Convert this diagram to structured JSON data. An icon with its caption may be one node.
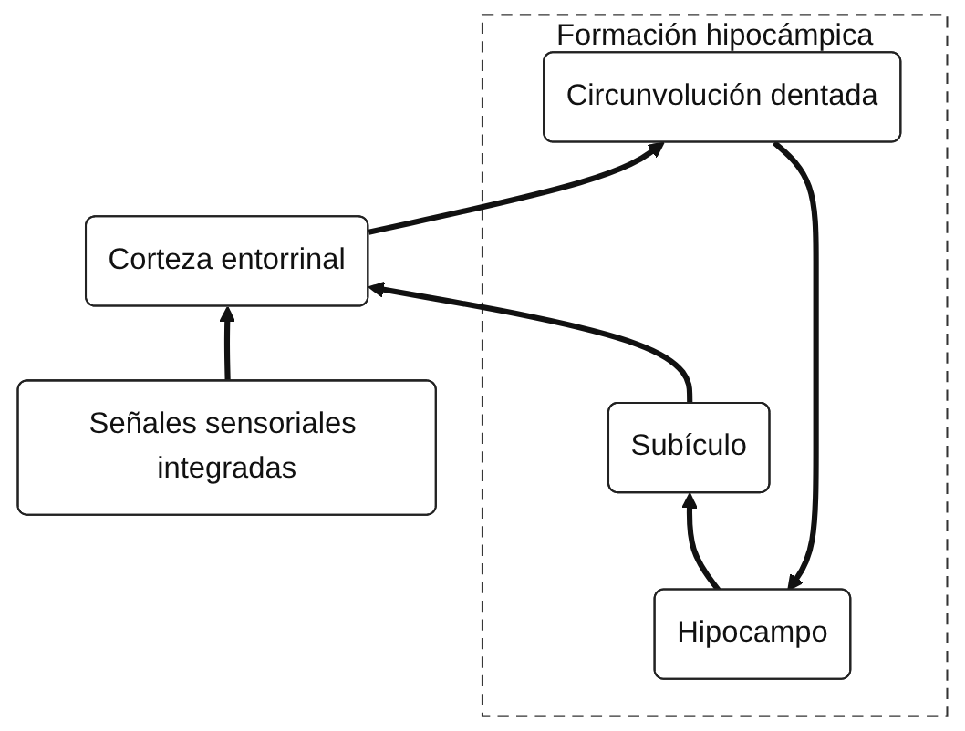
{
  "diagram": {
    "nodes": [
      {
        "text": [
          "Formación hipocámpica"
        ]
      },
      {
        "text": [
          "Hipocampo"
        ],
        "in": 0
      },
      {
        "text": [
          "Circunvolución dentada"
        ],
        "in": 0
      },
      {
        "text": [
          "Subículo"
        ],
        "in": 0
      },
      {
        "text": [
          "Corteza entorrinal"
        ]
      },
      {
        "text": [
          "Señales sensoriales integradas"
        ]
      }
    ],
    "edges": [
      {
        "from": 4,
        "to": 2,
        "arrow": "to"
      },
      {
        "from": 2,
        "to": 1,
        "arrow": "to"
      },
      {
        "from": 1,
        "to": 3,
        "arrow": "to"
      },
      {
        "from": 3,
        "to": 4,
        "arrow": "to"
      },
      {
        "from": 5,
        "to": 4,
        "arrow": "to"
      }
    ]
  }
}
